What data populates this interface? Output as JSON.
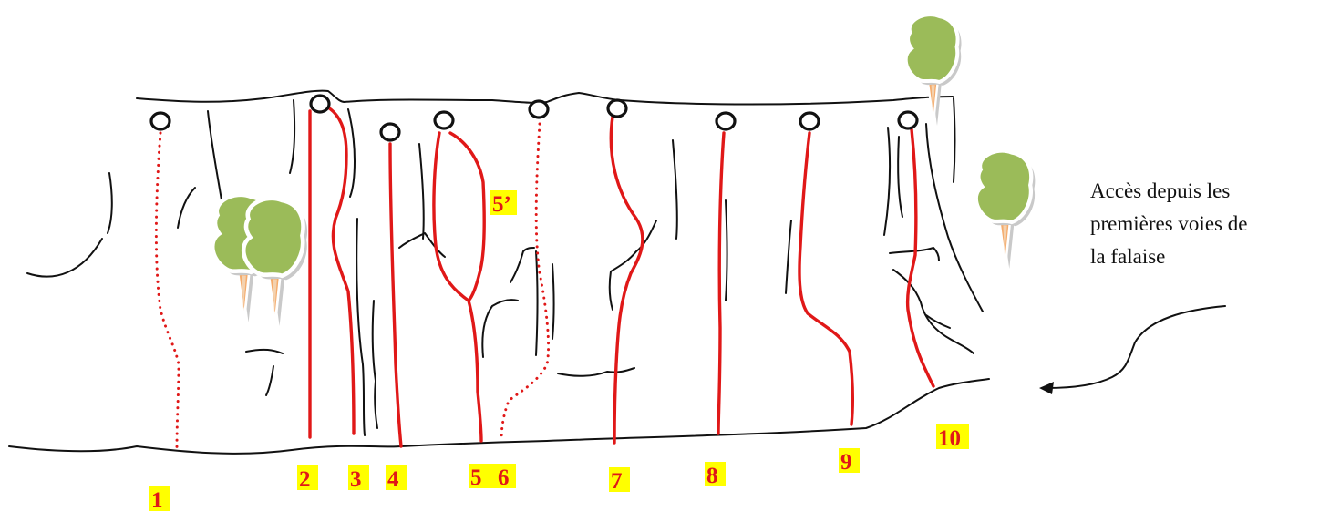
{
  "access_note": {
    "line1": "Accès depuis les",
    "line2": "premières voies de",
    "line3": "la falaise"
  },
  "routes": [
    {
      "label": "1",
      "style": "dotted"
    },
    {
      "label": "2",
      "style": "solid"
    },
    {
      "label": "3",
      "style": "solid"
    },
    {
      "label": "4",
      "style": "solid"
    },
    {
      "label": "5",
      "style": "solid"
    },
    {
      "label": "5’",
      "style": "solid"
    },
    {
      "label": "6",
      "style": "dotted"
    },
    {
      "label": "7",
      "style": "solid"
    },
    {
      "label": "8",
      "style": "solid"
    },
    {
      "label": "9",
      "style": "solid"
    },
    {
      "label": "10",
      "style": "solid"
    }
  ],
  "colors": {
    "route": "#e01818",
    "label_highlight": "#ffff00",
    "rock_lines": "#111111",
    "tree_foliage": "#9bbb59",
    "tree_trunk": "#f79646"
  },
  "icons": [
    "anchor-icon",
    "tree-icon",
    "arrow-icon"
  ]
}
